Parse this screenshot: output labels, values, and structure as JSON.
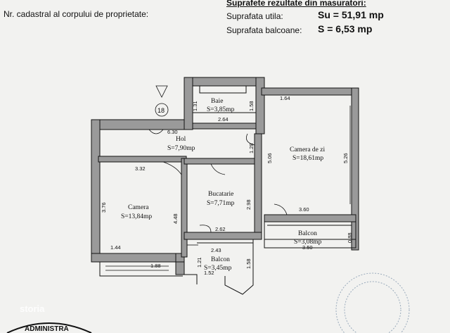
{
  "header": {
    "cadastral_label": "Nr. cadastral al corpului de proprietate:",
    "results_title": "Suprafete rezultate din masuratori:",
    "useful_label": "Suprafata utila:",
    "useful_value": "Su = 51,91 mp",
    "balcony_label": "Suprafata balcoane:",
    "balcony_value": "S = 6,53 mp"
  },
  "plan": {
    "marker": "18",
    "rooms": [
      {
        "id": "baie",
        "name": "Baie",
        "area": "S=3,85mp"
      },
      {
        "id": "hol",
        "name": "Hol",
        "area": "S=7,90mp"
      },
      {
        "id": "camera-zi",
        "name": "Camera de zi",
        "area": "S=18,61mp"
      },
      {
        "id": "camera",
        "name": "Camera",
        "area": "S=13,84mp"
      },
      {
        "id": "bucatarie",
        "name": "Bucatarie",
        "area": "S=7,71mp"
      },
      {
        "id": "balcon-mare",
        "name": "Balcon",
        "area": "S=3,08mp"
      },
      {
        "id": "balcon-mic",
        "name": "Balcon",
        "area": "S=3,45mp"
      }
    ],
    "dimensions": [
      "1.64",
      "1.31",
      "1.58",
      "2.64",
      "6.30",
      "1.28",
      "5.06",
      "5.26",
      "3.32",
      "3.76",
      "4.48",
      "2.98",
      "3.60",
      "0.88",
      "3.50",
      "2.62",
      "2.43",
      "1.44",
      "1.88",
      "1.21",
      "1.58",
      "1.52"
    ]
  },
  "watermark": {
    "site": "storia",
    "stamp_text": "ADMINISTRA"
  }
}
